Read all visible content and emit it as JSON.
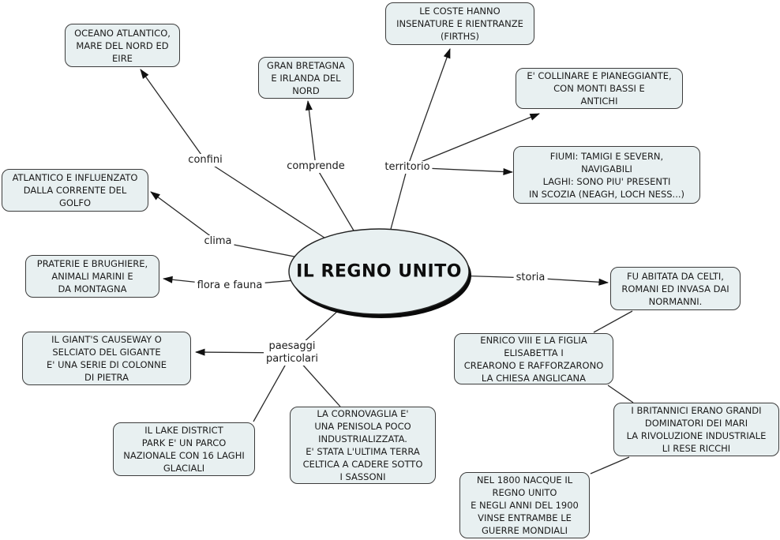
{
  "center": {
    "label": "IL REGNO UNITO"
  },
  "links": {
    "confini": "confini",
    "comprende": "comprende",
    "territorio": "territorio",
    "clima": "clima",
    "flora_e_fauna": "flora e fauna",
    "paesaggi_particolari": "paesaggi\nparticolari",
    "storia": "storia"
  },
  "nodes": {
    "oceano": {
      "text": "OCEANO ATLANTICO,\nMARE DEL NORD ED\nEIRE"
    },
    "gran_bretagna": {
      "text": "GRAN BRETAGNA\nE IRLANDA DEL\nNORD"
    },
    "coste": {
      "text": "LE COSTE HANNO\nINSENATURE E RIENTRANZE\n(FIRTHS)"
    },
    "collinare": {
      "text": "E' COLLINARE E PIANEGGIANTE,\nCON MONTI BASSI E\nANTICHI"
    },
    "fiumi": {
      "text": "FIUMI: TAMIGI E SEVERN,\nNAVIGABILI\nLAGHI: SONO PIU' PRESENTI\nIN SCOZIA (NEAGH, LOCH NESS...)"
    },
    "atlantico": {
      "text": "ATLANTICO E INFLUENZATO\nDALLA CORRENTE DEL\nGOLFO"
    },
    "praterie": {
      "text": "PRATERIE E BRUGHIERE,\nANIMALI MARINI E\nDA MONTAGNA"
    },
    "giants_causeway": {
      "text": "IL GIANT'S CAUSEWAY O\nSELCIATO DEL GIGANTE\nE' UNA SERIE DI COLONNE\nDI PIETRA"
    },
    "lake_district": {
      "text": "IL LAKE DISTRICT\nPARK E' UN PARCO\nNAZIONALE CON 16 LAGHI\nGLACIALI"
    },
    "cornovaglia": {
      "text": "LA CORNOVAGLIA E'\nUNA PENISOLA POCO\nINDUSTRIALIZZATA.\nE' STATA L'ULTIMA TERRA\nCELTICA A CADERE SOTTO\nI SASSONI"
    },
    "nel_1800": {
      "text": "NEL 1800 NACQUE IL\nREGNO UNITO\nE NEGLI ANNI DEL 1900\nVINSE ENTRAMBE LE\nGUERRE MONDIALI"
    },
    "fu_abitata": {
      "text": "FU ABITATA DA CELTI,\nROMANI ED INVASA DAI\nNORMANNI."
    },
    "enrico": {
      "text": "ENRICO VIII E LA FIGLIA\nELISABETTA I\nCREARONO E RAFFORZARONO\nLA CHIESA ANGLICANA"
    },
    "britannici": {
      "text": "I BRITANNICI ERANO GRANDI\nDOMINATORI DEI MARI\nLA RIVOLUZIONE INDUSTRIALE\nLI RESE RICCHI"
    }
  },
  "colors": {
    "node_fill": "#e8f0f1",
    "node_border": "#3c3c3c",
    "line": "#2a2a2a",
    "text": "#1c1c1c",
    "background": "#ffffff"
  }
}
